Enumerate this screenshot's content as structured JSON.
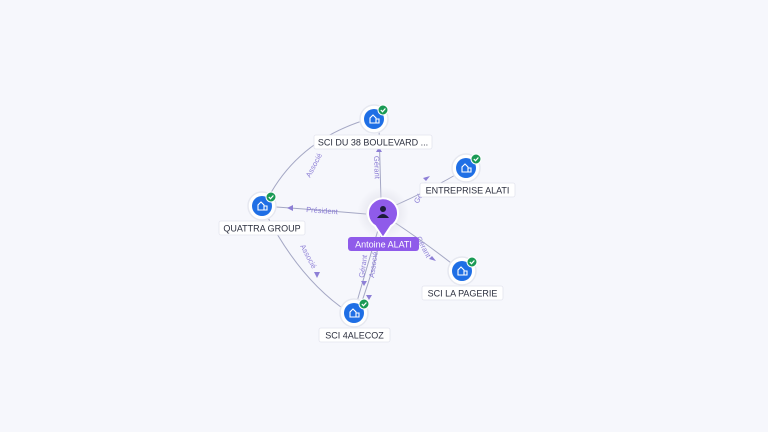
{
  "person": {
    "name": "Antoine ALATI",
    "icon": "person-icon",
    "color": "#8f5bea"
  },
  "companies": [
    {
      "id": "sci-du-38",
      "name": "SCI DU 38 BOULEVARD ...",
      "icon": "building-icon",
      "verified": true
    },
    {
      "id": "entreprise-alati",
      "name": "ENTREPRISE ALATI",
      "icon": "building-icon",
      "verified": true
    },
    {
      "id": "quattra-group",
      "name": "QUATTRA GROUP",
      "icon": "building-icon",
      "verified": true
    },
    {
      "id": "sci-la-pagerie",
      "name": "SCI LA PAGERIE",
      "icon": "building-icon",
      "verified": true
    },
    {
      "id": "sci-4alecoz",
      "name": "SCI 4ALECOZ",
      "icon": "building-icon",
      "verified": true
    }
  ],
  "edges": [
    {
      "from": "person",
      "to": "sci-du-38",
      "label": "Gérant"
    },
    {
      "from": "person",
      "to": "entreprise-alati",
      "label": "Gérant"
    },
    {
      "from": "person",
      "to": "quattra-group",
      "label": "Président"
    },
    {
      "from": "person",
      "to": "sci-la-pagerie",
      "label": "Gérant"
    },
    {
      "from": "person",
      "to": "sci-4alecoz",
      "label": "Gérant"
    },
    {
      "from": "person",
      "to": "sci-4alecoz",
      "label": "Associé"
    },
    {
      "from": "quattra-group",
      "to": "sci-du-38",
      "label": "Associé"
    },
    {
      "from": "quattra-group",
      "to": "sci-4alecoz",
      "label": "Associé"
    }
  ],
  "colors": {
    "company": "#1f6fe5",
    "verified": "#1a9a55",
    "edge_label": "#8d7fd6"
  }
}
